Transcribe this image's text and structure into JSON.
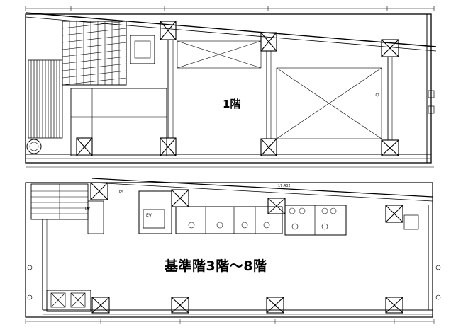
{
  "plans": [
    {
      "id": "floor-1",
      "label": "1階"
    },
    {
      "id": "typical-floor",
      "label": "基準階3階～8階"
    }
  ],
  "small_annotations": {
    "ev": "EV",
    "ps": "PS",
    "dp": "DP",
    "level": "17.432"
  }
}
